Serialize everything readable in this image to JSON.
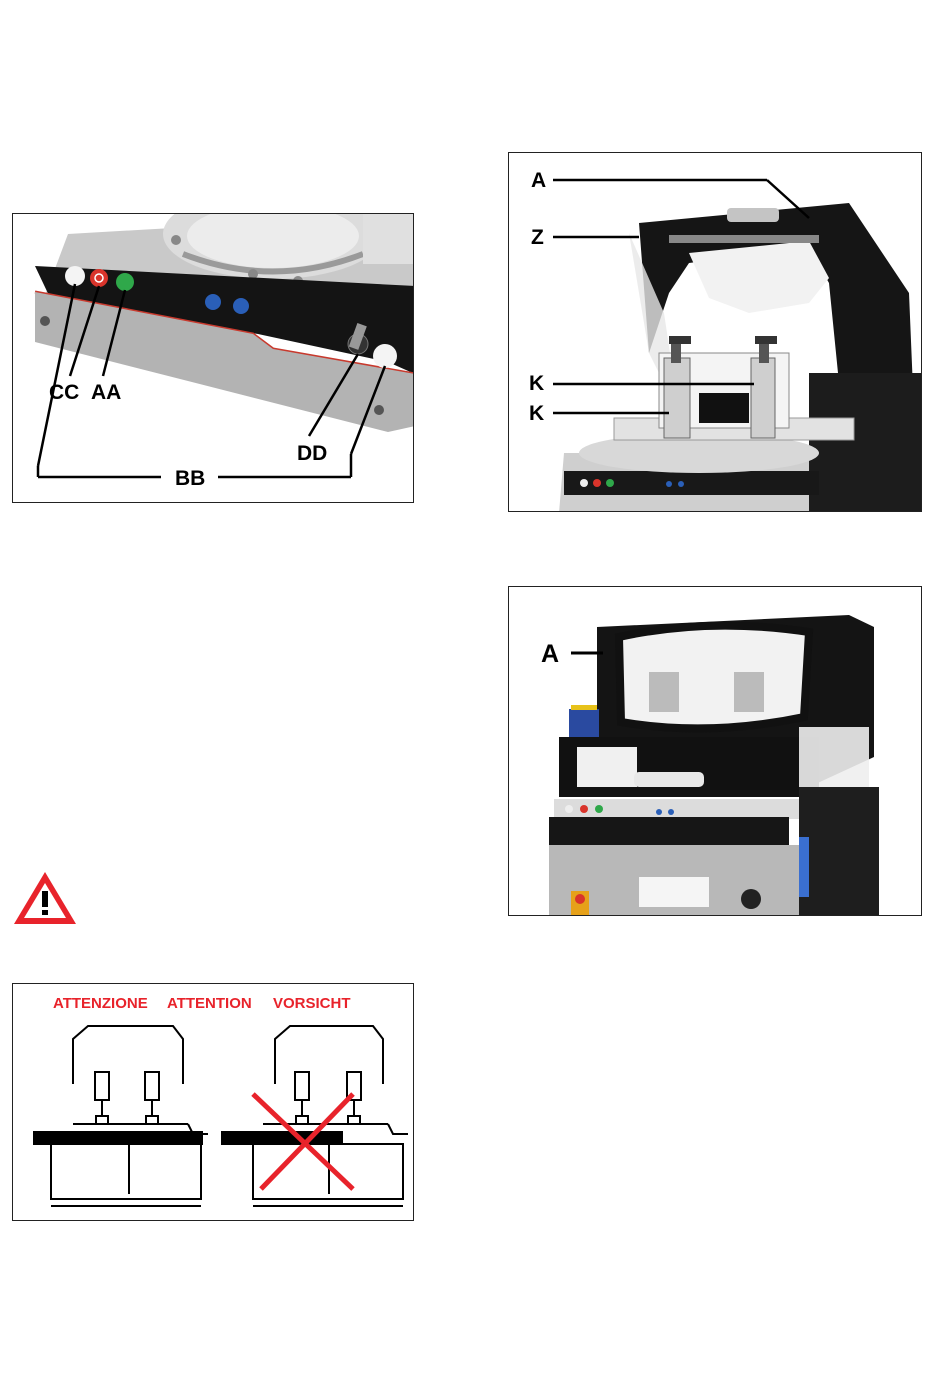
{
  "panel_control": {
    "labels": {
      "cc": "CC",
      "aa": "AA",
      "dd": "DD",
      "bb": "BB"
    }
  },
  "panel_open_guard": {
    "labels": {
      "a": "A",
      "z": "Z",
      "k1": "K",
      "k2": "K"
    }
  },
  "panel_closed_guard": {
    "labels": {
      "a": "A"
    }
  },
  "warning_sign": {
    "symbol": "!"
  },
  "attention_panel": {
    "heading_it": "ATTENZIONE",
    "heading_en": "ATTENTION",
    "heading_de": "VORSICHT"
  },
  "colors": {
    "warning_red": "#e8232b",
    "panel_black": "#141414",
    "steel": "#b9b9b9",
    "button_green": "#2fa84a",
    "button_red": "#d9342b",
    "button_blue": "#2a5fb8"
  }
}
